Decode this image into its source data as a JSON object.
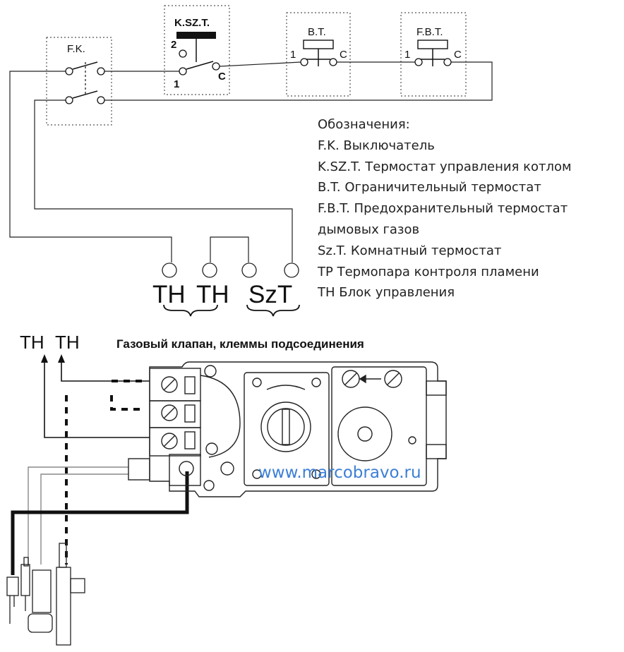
{
  "schematic": {
    "switch_fk_label": "F.K.",
    "kszt_label": "K.SZ.T.",
    "bt_label": "B.T.",
    "fbt_label": "F.B.T.",
    "kszt_pin_2": "2",
    "kszt_pin_1": "1",
    "kszt_pin_c": "C",
    "bt_pin_1": "1",
    "bt_pin_c": "C",
    "fbt_pin_1": "1",
    "fbt_pin_c": "C"
  },
  "terminals": {
    "th_1": "TH",
    "th_2": "TH",
    "szt": "SzT"
  },
  "legend": {
    "heading": "Обозначения:",
    "items": [
      "F.K. Выключатель",
      "K.SZ.T. Термостат управления котлом",
      "B.T. Ограничительный термостат",
      "F.B.T. Предохранительный термостат",
      "дымовых газов",
      "Sz.T. Комнатный термостат",
      "TP Термопара контроля пламени",
      "TH Блок управления"
    ]
  },
  "valve": {
    "title": "Газовый клапан, клеммы подсоединения",
    "th_left": "TH",
    "th_right": "TH",
    "watermark": "www.marcobravo.ru"
  }
}
